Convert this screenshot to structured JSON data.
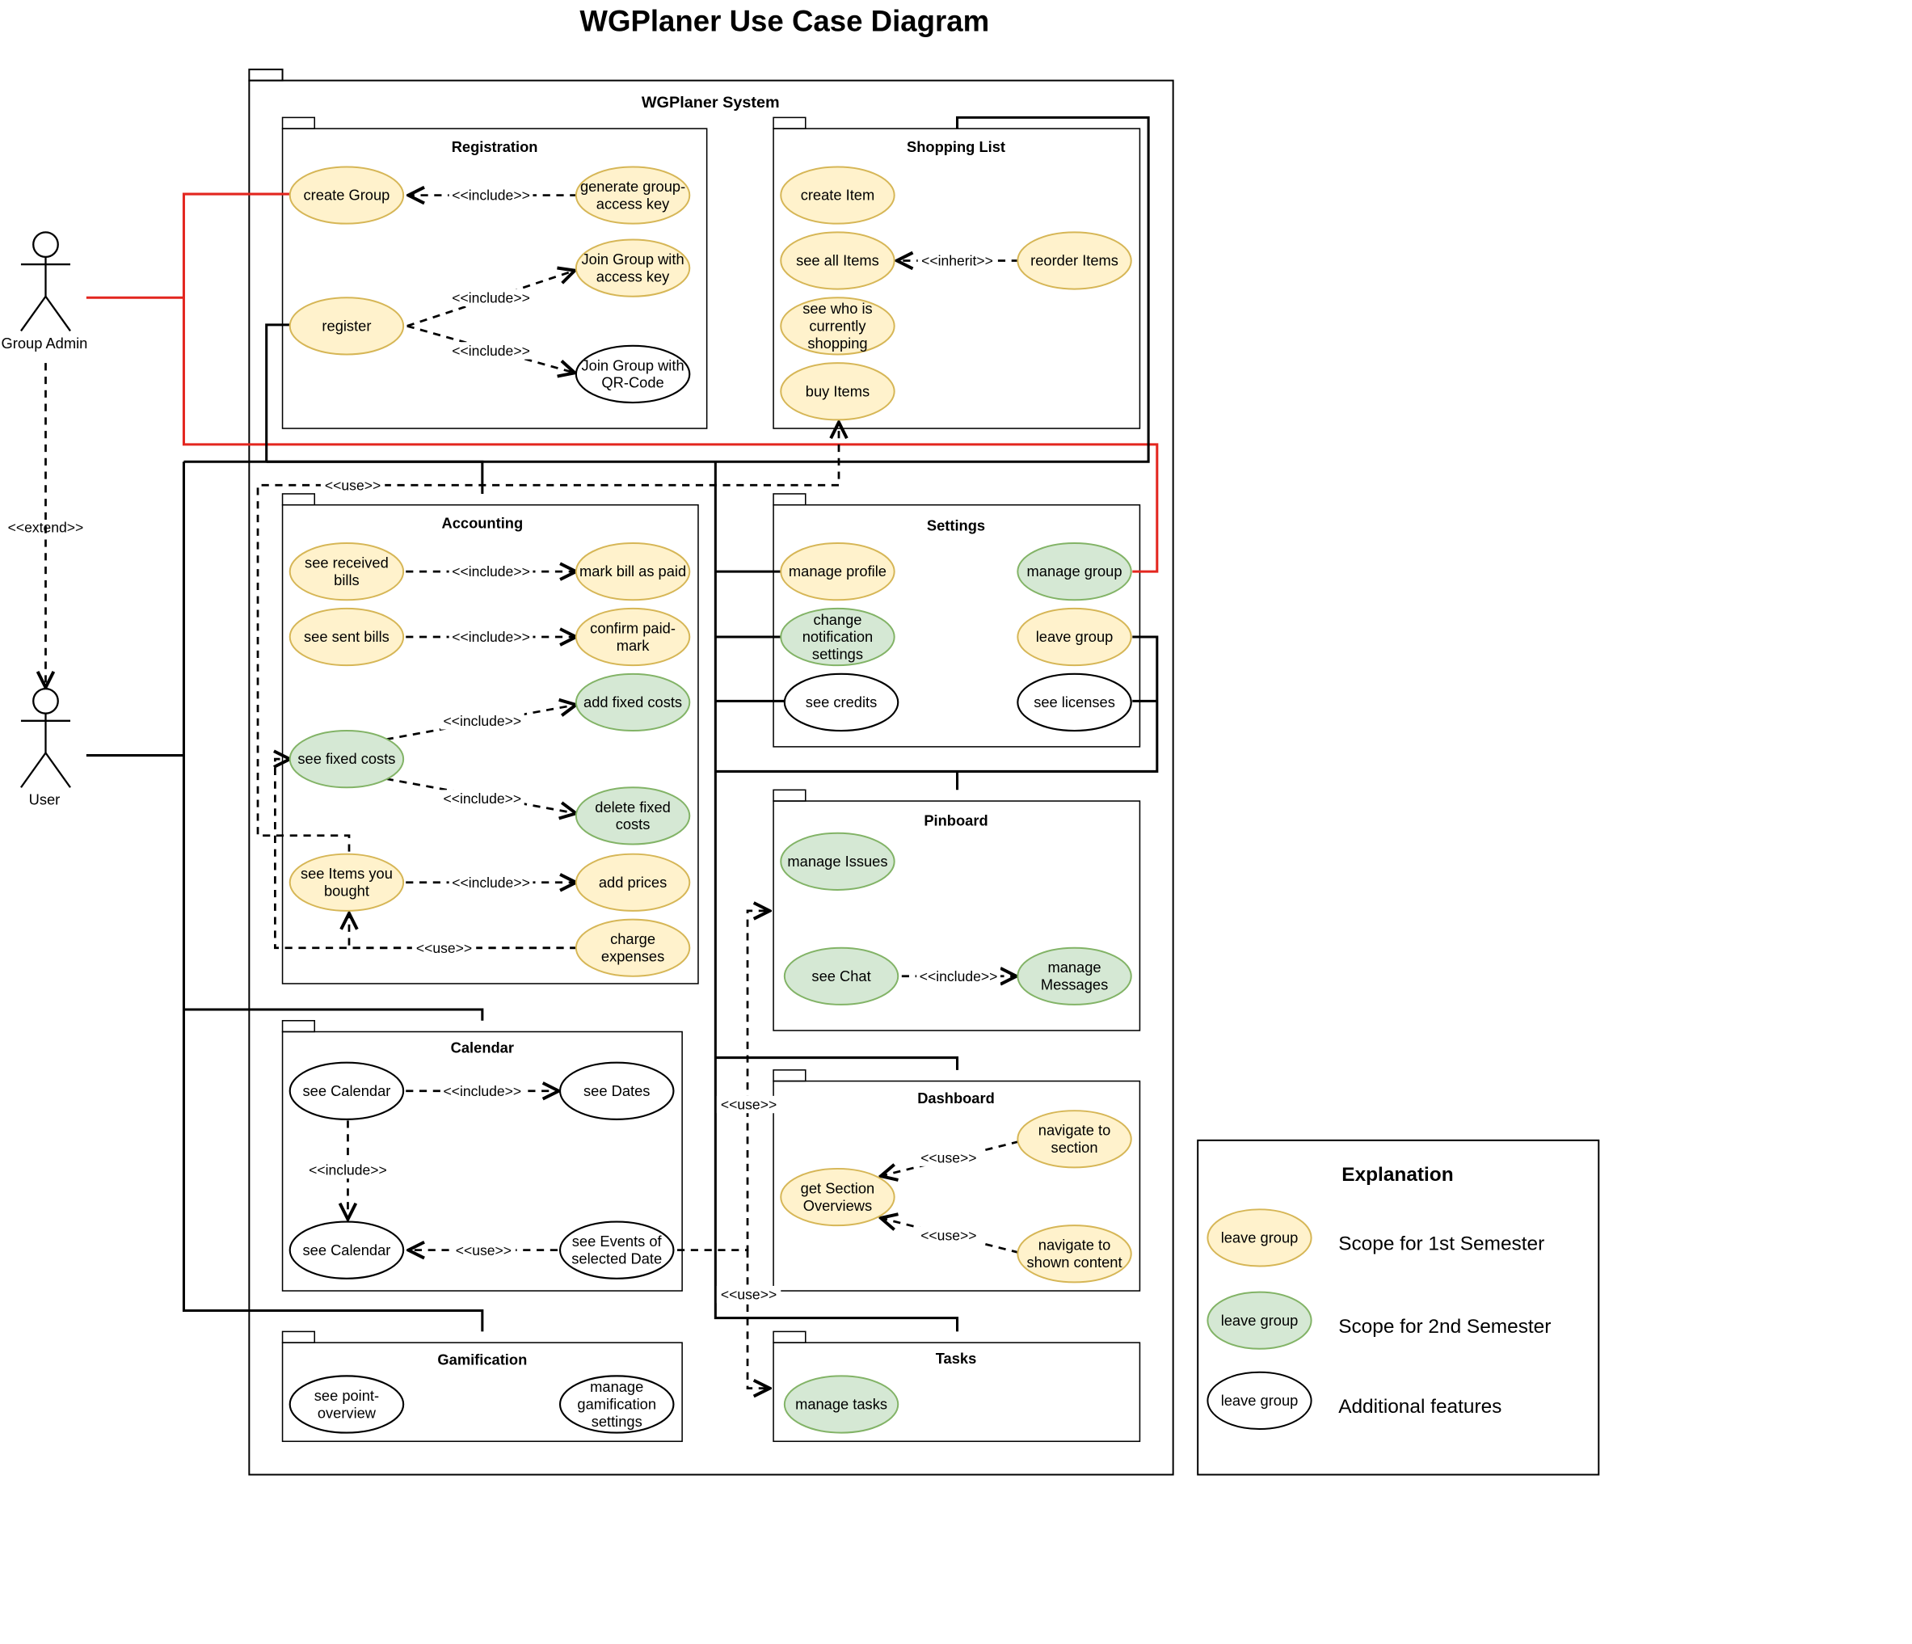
{
  "title": "WGPlaner Use Case Diagram",
  "system_label": "WGPlaner System",
  "colors": {
    "semester1_fill": "#fff2cc",
    "semester1_stroke": "#d6b656",
    "semester2_fill": "#d5e8d4",
    "semester2_stroke": "#82b366",
    "additional_fill": "#ffffff",
    "additional_stroke": "#000000",
    "admin_line": "#e3261f"
  },
  "actors": {
    "admin": "Group Admin",
    "user": "User",
    "extend": "<<extend>>"
  },
  "packages": {
    "registration": "Registration",
    "shopping": "Shopping List",
    "accounting": "Accounting",
    "settings": "Settings",
    "pinboard": "Pinboard",
    "calendar": "Calendar",
    "dashboard": "Dashboard",
    "gamification": "Gamification",
    "tasks": "Tasks"
  },
  "usecases": {
    "create_group": "create Group",
    "gen_key": "generate group-access key",
    "join_key": "Join Group with access key",
    "register": "register",
    "join_qr": "Join Group with QR-Code",
    "create_item": "create Item",
    "see_all_items": "see all Items",
    "reorder_items": "reorder Items",
    "see_who_shopping": "see who is currently shopping",
    "buy_items": "buy Items",
    "see_received_bills": "see received bills",
    "mark_bill_paid": "mark bill as paid",
    "see_sent_bills": "see sent bills",
    "confirm_paid_mark": "confirm paid-mark",
    "add_fixed_costs": "add fixed costs",
    "see_fixed_costs": "see fixed costs",
    "delete_fixed_costs": "delete fixed costs",
    "see_items_bought": "see Items you bought",
    "add_prices": "add prices",
    "charge_expenses": "charge expenses",
    "manage_profile": "manage profile",
    "manage_group": "manage group",
    "change_notification": "change notification settings",
    "leave_group": "leave group",
    "see_credits": "see credits",
    "see_licenses": "see licenses",
    "manage_issues": "manage Issues",
    "see_chat": "see Chat",
    "manage_messages": "manage Messages",
    "see_calendar_top": "see Calendar",
    "see_dates": "see Dates",
    "see_calendar_bottom": "see Calendar",
    "see_events": "see Events of selected Date",
    "navigate_section": "navigate to section",
    "get_section_overviews": "get Section Overviews",
    "navigate_content": "navigate to shown content",
    "see_point_overview": "see point-overview",
    "manage_gamification": "manage gamification settings",
    "manage_tasks": "manage tasks"
  },
  "relations": {
    "include": "<<include>>",
    "inherit": "<<inherit>>",
    "use": "<<use>>"
  },
  "legend": {
    "title": "Explanation",
    "sample_label": "leave group",
    "items": [
      "Scope for 1st Semester",
      "Scope for 2nd Semester",
      "Additional features"
    ]
  }
}
